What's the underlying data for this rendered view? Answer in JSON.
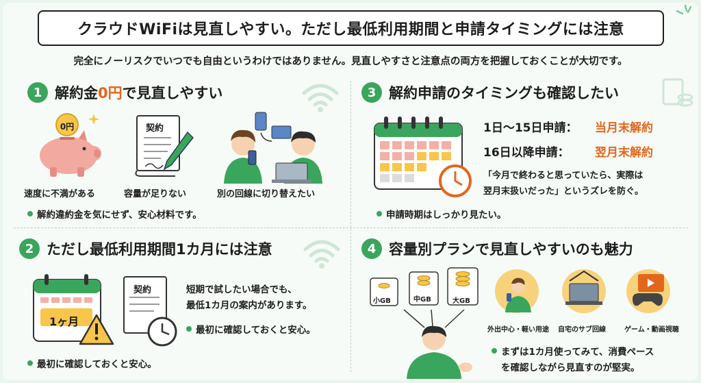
{
  "title": "クラウドWiFiは見直しやすい。ただし最低利用期間と申請タイミングには注意",
  "subtitle": "完全にノーリスクでいつでも自由というわけではありません。見直しやすさと注意点の両方を把握しておくことが大切です。",
  "colors": {
    "accent": "#3aa55c",
    "orange": "#e2671d",
    "background": "#e9f5ee"
  },
  "section1": {
    "number": "1",
    "title_pre": "解約金",
    "title_highlight": "0円",
    "title_post": "で見直しやすい",
    "piggy_coin": "0円",
    "doc_label": "契約",
    "captions": [
      "速度に不満がある",
      "容量が足りない",
      "別の回線に切り替えたい"
    ],
    "bullet": "解約違約金を気にせず、安心材料です。"
  },
  "section2": {
    "number": "2",
    "title": "ただし最低利用期間1カ月には注意",
    "calendar_label": "1ヶ月",
    "doc_label": "契約",
    "text_line1": "短期で試したい場合でも、",
    "text_line2": "最低1カ月の案内があります。",
    "bullet_inline": "最初に確認しておくと安心。",
    "bullet": "最初に確認しておくと安心。"
  },
  "section3": {
    "number": "3",
    "title": "解約申請のタイミングも確認したい",
    "row1_label": "1日〜15日申請：",
    "row1_value": "当月末解約",
    "row2_label": "16日以降申請：",
    "row2_value": "翌月末解約",
    "quote_line1": "「今月で終わると思っていたら、実際は",
    "quote_line2": "翌月末扱いだった」というズレを防ぐ。",
    "bullet": "申請時期はしっかり見たい。"
  },
  "section4": {
    "number": "4",
    "title": "容量別プランで見直しやすいのも魅力",
    "plans": [
      "小GB",
      "中GB",
      "大GB"
    ],
    "uses": [
      "外出中心・軽い用途",
      "自宅のサブ回線",
      "ゲーム・動画視聴"
    ],
    "bullet_line1": "まずは1カ月使ってみて、消費ペース",
    "bullet_line2": "を確認しながら見直すのが堅実。"
  }
}
